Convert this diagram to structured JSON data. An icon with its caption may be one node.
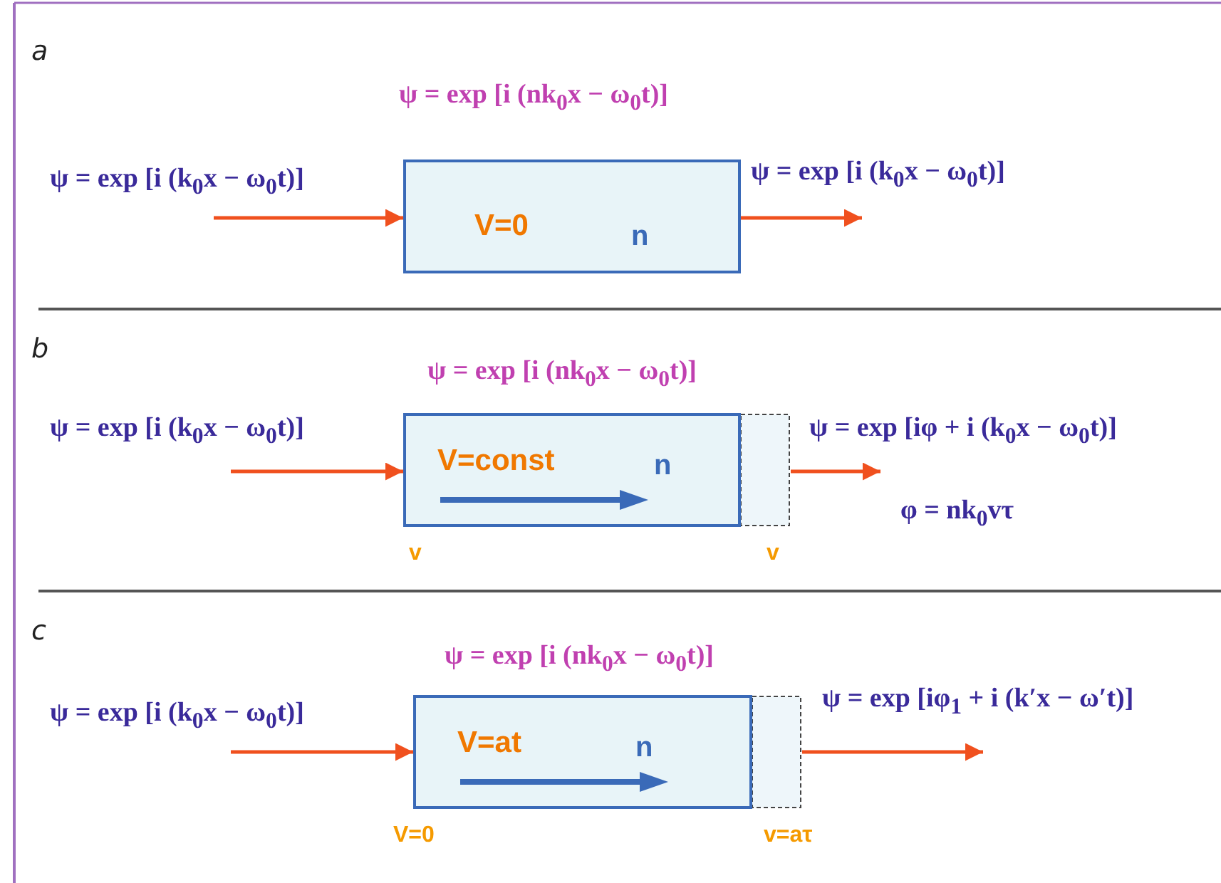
{
  "diagram": {
    "nodes": [
      {
        "text": [
          "V=0",
          "n"
        ]
      },
      {
        "text": [
          "V=const",
          "n"
        ]
      },
      {
        "text": [
          "V=at",
          "n"
        ]
      }
    ],
    "edges": [
      {
        "from": null,
        "to": 0,
        "arrow": "to"
      },
      {
        "from": 0,
        "to": null,
        "arrow": "to"
      },
      {
        "from": null,
        "to": 1,
        "arrow": "to"
      },
      {
        "from": 1,
        "to": null,
        "arrow": "to"
      },
      {
        "from": null,
        "to": 2,
        "arrow": "to"
      },
      {
        "from": 2,
        "to": null,
        "arrow": "to"
      }
    ],
    "labels": [
      "a",
      "ψ = exp [i (nk$_{0}$x − ω$_{0}$t)]",
      "ψ = exp [i (k$_{0}$x − ω$_{0}$t)]",
      "ψ = exp [i (k$_{0}$x − ω$_{0}$t)]",
      "b",
      "ψ = exp [i (nk$_{0}$x − ω$_{0}$t)]",
      "ψ = exp [i (k$_{0}$x − ω$_{0}$t)]",
      "ψ = exp [iφ + i (k$_{0}$x − ω$_{0}$t)]",
      "φ = nk$_{0}$vτ",
      "v",
      "v",
      "c",
      "ψ = exp [i (nk$_{0}$x − ω$_{0}$t)]",
      "ψ = exp [i (k$_{0}$x − ω$_{0}$t)]",
      "ψ = exp [iφ$_{1}$ + i (k′x − ω′t)]",
      "V=0",
      "v=aτ"
    ]
  }
}
